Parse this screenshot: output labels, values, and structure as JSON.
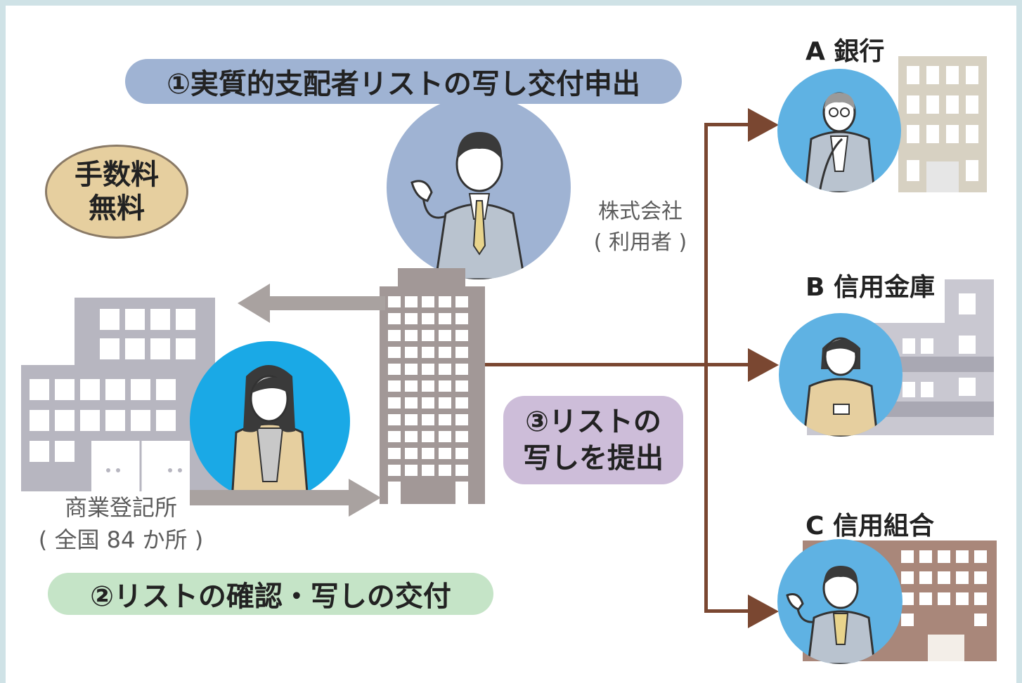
{
  "steps": {
    "step1": "①実質的支配者リストの写し交付申出",
    "step2": "②リストの確認・写しの交付",
    "step3_line1": "③リストの",
    "step3_line2": "写しを提出"
  },
  "fee": {
    "line1": "手数料",
    "line2": "無料"
  },
  "company": {
    "line1": "株式会社",
    "line2": "( 利用者 )"
  },
  "registry": {
    "line1": "商業登記所",
    "line2": "( 全国 84 か所 )"
  },
  "banks": {
    "a": "A 銀行",
    "b": "B 信用金庫",
    "c": "C 信用組合"
  },
  "colors": {
    "step1_bg": "#9fb3d3",
    "step2_bg": "#c5e4c7",
    "step3_bg": "#cdbdd9",
    "fee_bg": "#e6cf9f",
    "arrow_brown": "#7a4731",
    "arrow_gray": "#a9a2a0",
    "tower": "#a29897",
    "registry_building": "#b7b6c0",
    "circle_blue": "#5fb2e3",
    "circle_registry": "#1aa9e6"
  }
}
